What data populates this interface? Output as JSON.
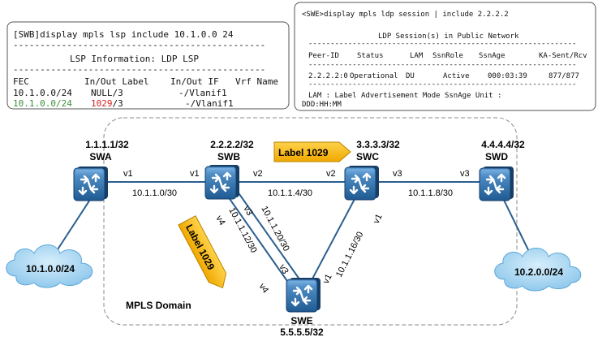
{
  "terminal_swb": {
    "command": "[SWB]display mpls lsp include 10.1.0.0 24",
    "rule": "-----------------------------------------------",
    "title": "LSP Information: LDP LSP",
    "header": [
      "FEC",
      "In/Out Label",
      "In/Out IF",
      "Vrf Name"
    ],
    "rows": [
      {
        "fec": "10.1.0.0/24",
        "label": "NULL/3",
        "label_in": "",
        "label_out": "",
        "iface": "-/Vlanif1"
      },
      {
        "fec": "10.1.0.0/24",
        "label": "",
        "label_in": "1029",
        "label_out": "/3",
        "iface": "-/Vlanif1"
      }
    ],
    "highlight_color": "#3a8f3a",
    "label_color": "#d42020"
  },
  "terminal_swe": {
    "command": "<SWE>display mpls ldp session | include 2.2.2.2",
    "title": "LDP Session(s) in Public Network",
    "rule": "-------------------------------------------------------------",
    "header": [
      "Peer-ID",
      "Status",
      "LAM",
      "SsnRole",
      "SsnAge",
      "KA-Sent/Rcv"
    ],
    "row": [
      "2.2.2.2:0",
      "Operational",
      "DU",
      "Active",
      "000:03:39",
      "877/877"
    ],
    "footer_line1": "LAM : Label Advertisement Mode SsnAge Unit :",
    "footer_line2": "DDD:HH:MM"
  },
  "devices": [
    {
      "id": "swa",
      "name": "SWA",
      "ip": "1.1.1.1/32"
    },
    {
      "id": "swb",
      "name": "SWB",
      "ip": "2.2.2.2/32"
    },
    {
      "id": "swc",
      "name": "SWC",
      "ip": "3.3.3.3/32"
    },
    {
      "id": "swd",
      "name": "SWD",
      "ip": "4.4.4.4/32"
    },
    {
      "id": "swe",
      "name": "SWE",
      "ip": "5.5.5.5/32"
    }
  ],
  "links": [
    {
      "id": "ab",
      "net": "10.1.1.0/30",
      "port_a": "v1",
      "port_b": "v1"
    },
    {
      "id": "bc",
      "net": "10.1.1.4/30",
      "port_a": "v2",
      "port_b": "v2"
    },
    {
      "id": "cd",
      "net": "10.1.1.8/30",
      "port_a": "v3",
      "port_b": "v3"
    },
    {
      "id": "be1",
      "net": "10.1.1.12/30",
      "port_a": "v4",
      "port_b": "v4"
    },
    {
      "id": "be2",
      "net": "10.1.1.20/30",
      "port_a": "v3",
      "port_b": "v3"
    },
    {
      "id": "ce",
      "net": "10.1.1.16/30",
      "port_a": "v1",
      "port_b": "v1"
    }
  ],
  "clouds": [
    {
      "id": "left",
      "label": "10.1.0.0/24"
    },
    {
      "id": "right",
      "label": "10.2.0.0/24"
    }
  ],
  "badges": [
    {
      "id": "top",
      "label": "Label 1029"
    },
    {
      "id": "diag",
      "label": "Label 1029"
    }
  ],
  "domain_label": "MPLS Domain",
  "colors": {
    "switch_blue": "#2f6fa8",
    "cloud_blue": "#8fc8ec",
    "badge_gold": "#f6b800",
    "line": "#2a5f90"
  }
}
